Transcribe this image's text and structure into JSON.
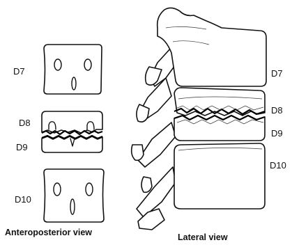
{
  "ap_view": {
    "caption": "Anteroposterior view",
    "labels": {
      "d7": "D7",
      "d8": "D8",
      "d9": "D9",
      "d10": "D10"
    }
  },
  "lateral_view": {
    "caption": "Lateral view",
    "labels": {
      "d7": "D7",
      "d8": "D8",
      "d9": "D9",
      "d10": "D10"
    }
  }
}
